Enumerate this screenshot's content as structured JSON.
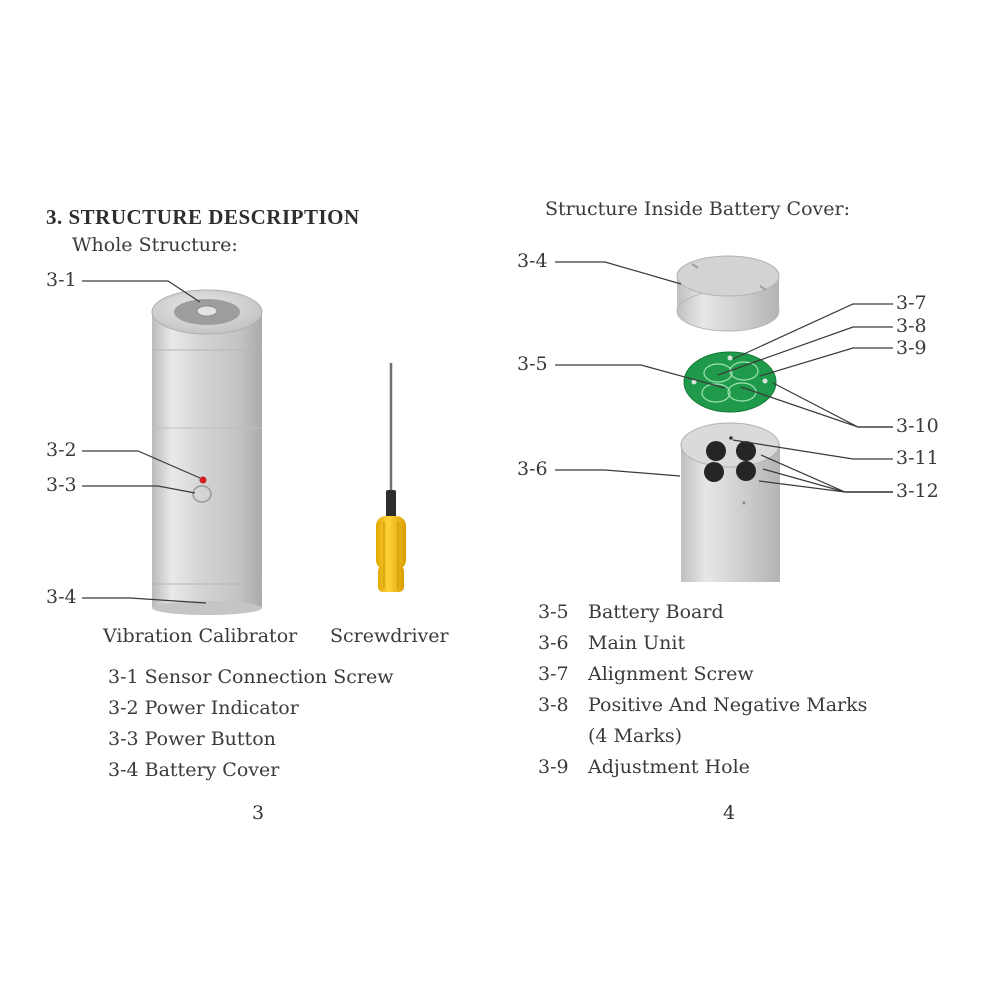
{
  "left_page": {
    "heading": "3. STRUCTURE DESCRIPTION",
    "subheading": "Whole Structure:",
    "callouts": [
      "3-1",
      "3-2",
      "3-3",
      "3-4"
    ],
    "captions": {
      "device": "Vibration Calibrator",
      "tool": "Screwdriver"
    },
    "legend": [
      "3-1 Sensor Connection Screw",
      "3-2 Power Indicator",
      "3-3 Power Button",
      "3-4 Battery Cover"
    ],
    "page_number": "3"
  },
  "right_page": {
    "subheading": "Structure Inside Battery Cover:",
    "callouts_left": [
      "3-4",
      "3-5",
      "3-6"
    ],
    "callouts_right": [
      "3-7",
      "3-8",
      "3-9",
      "3-10",
      "3-11",
      "3-12"
    ],
    "legend": [
      {
        "code": "3-5",
        "text": "Battery Board"
      },
      {
        "code": "3-6",
        "text": "Main Unit"
      },
      {
        "code": "3-7",
        "text": "Alignment Screw"
      },
      {
        "code": "3-8",
        "text": "Positive And Negative Marks"
      },
      {
        "code": "",
        "text": "(4 Marks)"
      },
      {
        "code": "3-9",
        "text": "Adjustment Hole"
      }
    ],
    "page_number": "4"
  },
  "colors": {
    "aluminum": "#c9cacc",
    "pcb_green": "#1f9a4a",
    "screwdriver_handle": "#f2c21a",
    "indicator_red": "#d11f1f"
  }
}
